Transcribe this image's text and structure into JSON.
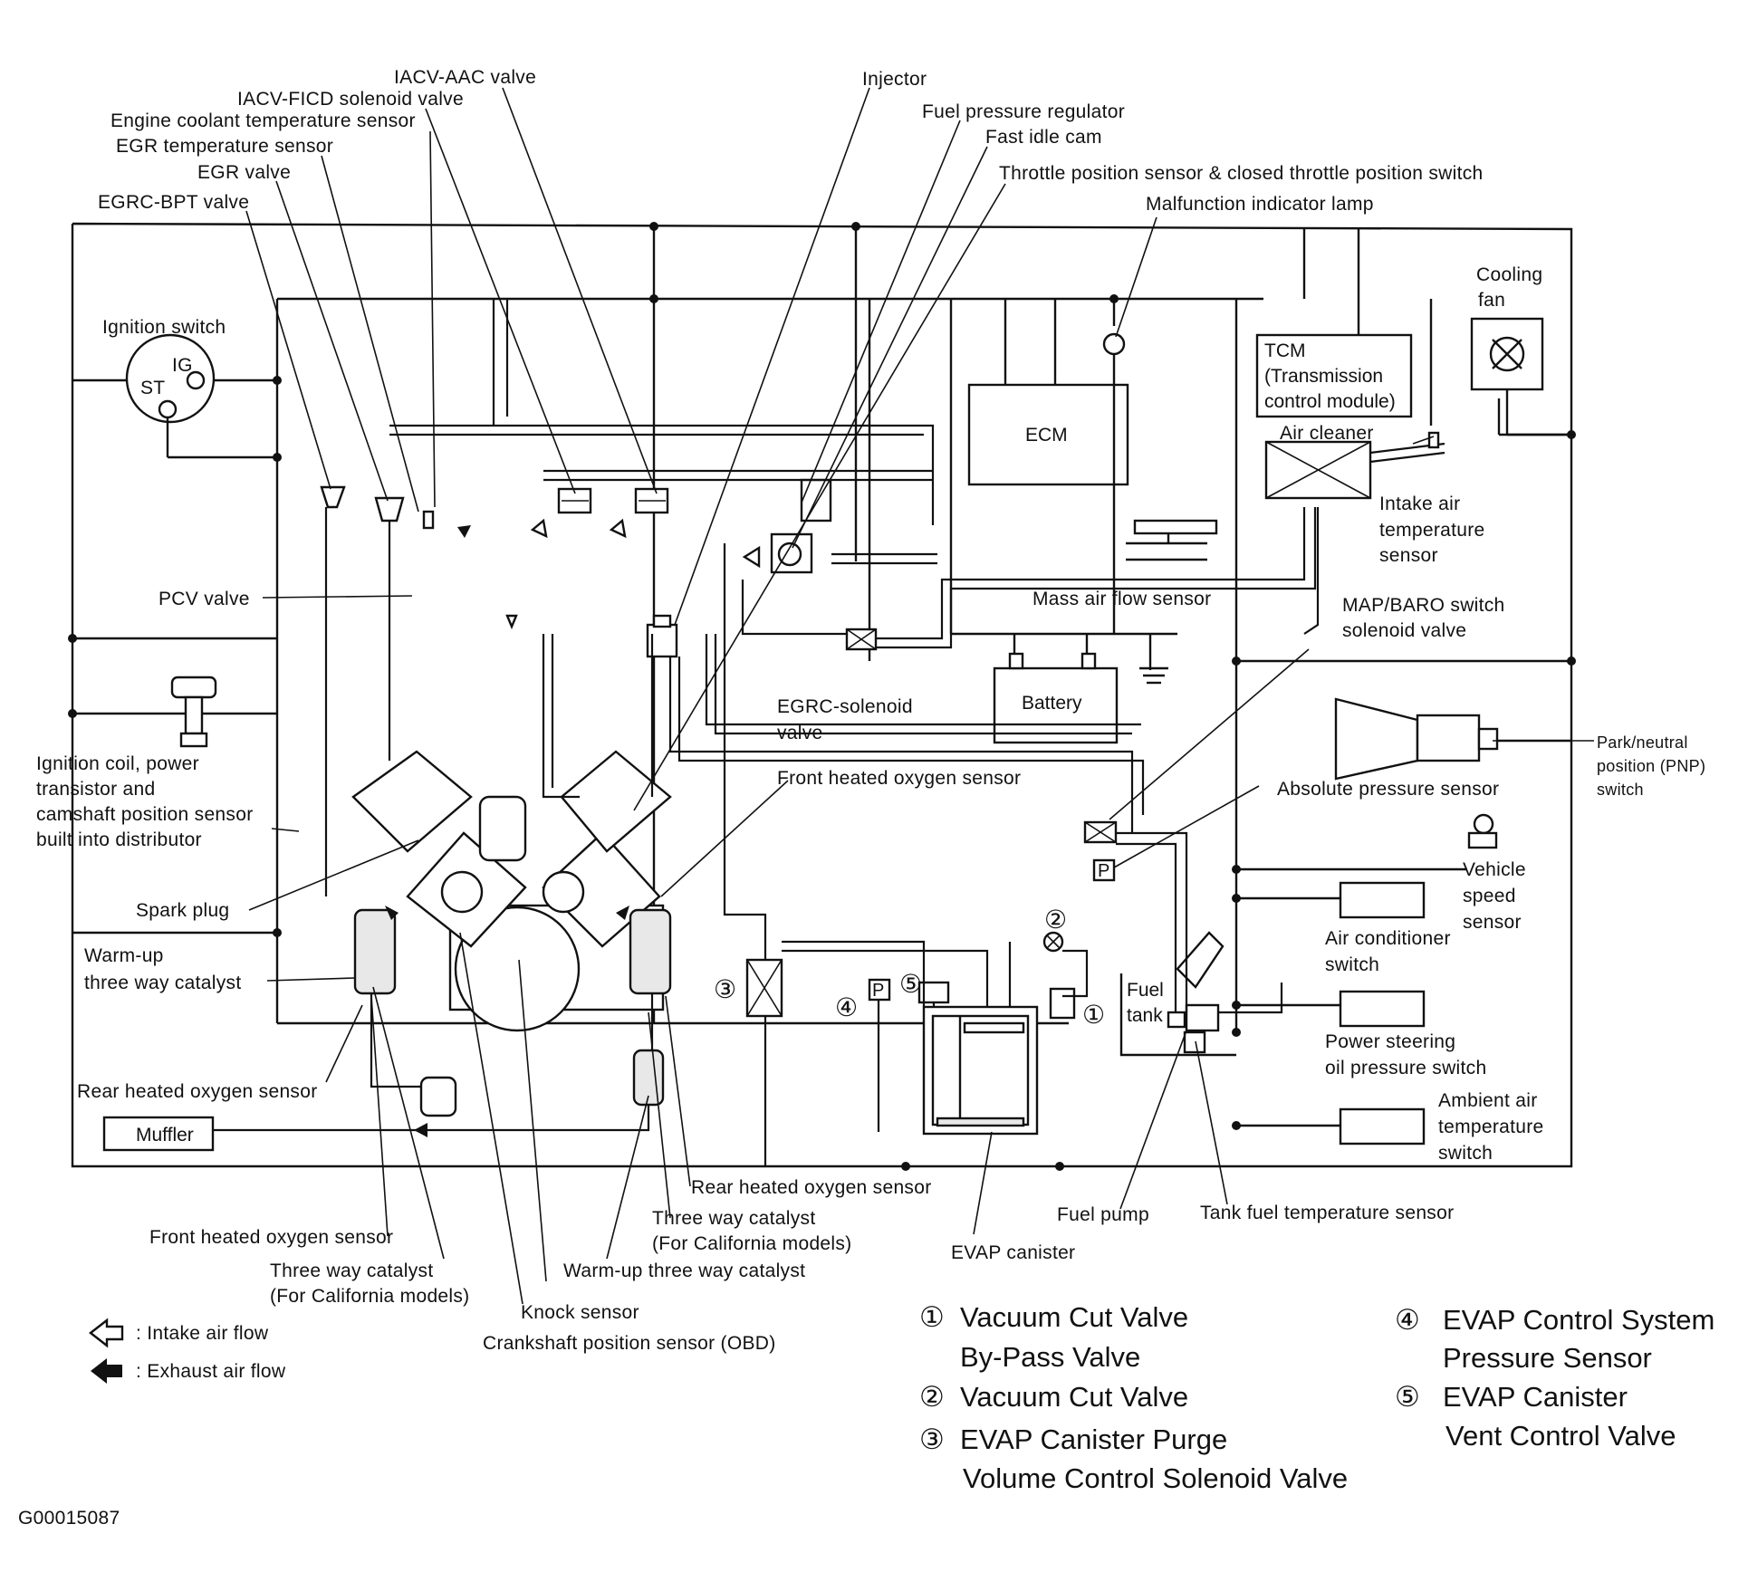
{
  "labels": {
    "iacv_aac_valve": "IACV-AAC valve",
    "iacv_ficd_solenoid_valve": "IACV-FICD solenoid valve",
    "engine_coolant_temperature_sensor": "Engine coolant temperature sensor",
    "egr_temperature_sensor": "EGR temperature sensor",
    "egr_valve": "EGR valve",
    "egrc_bpt_valve": "EGRC-BPT valve",
    "injector": "Injector",
    "fuel_pressure_regulator": "Fuel pressure regulator",
    "fast_idle_cam": "Fast idle cam",
    "throttle_position_sensor": "Throttle position sensor & closed throttle position switch",
    "malfunction_indicator_lamp": "Malfunction indicator lamp",
    "cooling_fan": [
      "Cooling",
      "fan"
    ],
    "ignition_switch": "Ignition switch",
    "ig": "IG",
    "st": "ST",
    "tcm": [
      "TCM",
      "(Transmission",
      "control module)"
    ],
    "ecm": "ECM",
    "air_cleaner": "Air cleaner",
    "intake_air_temperature_sensor": [
      "Intake air",
      "temperature",
      "sensor"
    ],
    "pcv_valve": "PCV valve",
    "mass_air_flow_sensor": "Mass air flow sensor",
    "map_baro_switch_solenoid_valve": [
      "MAP/BARO switch",
      "solenoid valve"
    ],
    "egrc_solenoid_valve": [
      "EGRC-solenoid",
      "valve"
    ],
    "battery": "Battery",
    "park_neutral_position_switch": [
      "Park/neutral",
      "position (PNP)",
      "switch"
    ],
    "ignition_coil": [
      "Ignition coil, power",
      "transistor and",
      "camshaft position sensor",
      "built into distributor"
    ],
    "front_heated_oxygen_sensor_top": "Front heated oxygen sensor",
    "absolute_pressure_sensor": "Absolute pressure sensor",
    "vehicle_speed_sensor": [
      "Vehicle",
      "speed",
      "sensor"
    ],
    "spark_plug": "Spark plug",
    "air_conditioner_switch": [
      "Air conditioner",
      "switch"
    ],
    "warm_up_three_way_catalyst_left": [
      "Warm-up",
      "three way catalyst"
    ],
    "fuel_tank": [
      "Fuel",
      "tank"
    ],
    "power_steering_oil_pressure_switch": [
      "Power steering",
      "oil pressure switch"
    ],
    "rear_heated_oxygen_sensor_left": "Rear heated oxygen sensor",
    "ambient_air_temperature_switch": [
      "Ambient air",
      "temperature",
      "switch"
    ],
    "muffler": "Muffler",
    "rear_heated_oxygen_sensor_right": "Rear heated oxygen sensor",
    "three_way_catalyst_right": [
      "Three way catalyst",
      "(For California models)"
    ],
    "evap_canister": "EVAP canister",
    "fuel_pump": "Fuel pump",
    "tank_fuel_temperature_sensor": "Tank fuel temperature sensor",
    "front_heated_oxygen_sensor_bottom": "Front heated oxygen sensor",
    "three_way_catalyst_left": [
      "Three way catalyst",
      "(For California models)"
    ],
    "warm_up_three_way_catalyst_bottom": "Warm-up three way catalyst",
    "knock_sensor": "Knock sensor",
    "crankshaft_position_sensor": "Crankshaft position sensor (OBD)",
    "map_sensor_p": "P"
  },
  "markers": {
    "m1": "①",
    "m2": "②",
    "m3": "③",
    "m4": "④",
    "m5": "⑤"
  },
  "flow_legend": {
    "intake": ": Intake air flow",
    "exhaust": ": Exhaust air flow"
  },
  "legend": [
    {
      "marker": "①",
      "lines": [
        "Vacuum Cut Valve",
        "By-Pass Valve"
      ]
    },
    {
      "marker": "②",
      "lines": [
        "Vacuum Cut Valve"
      ]
    },
    {
      "marker": "③",
      "lines": [
        "EVAP Canister Purge",
        "Volume Control Solenoid Valve"
      ]
    },
    {
      "marker": "④",
      "lines": [
        "EVAP Control System",
        "Pressure Sensor"
      ]
    },
    {
      "marker": "⑤",
      "lines": [
        "EVAP Canister",
        "Vent Control Valve"
      ]
    }
  ],
  "figure_code": "G00015087"
}
